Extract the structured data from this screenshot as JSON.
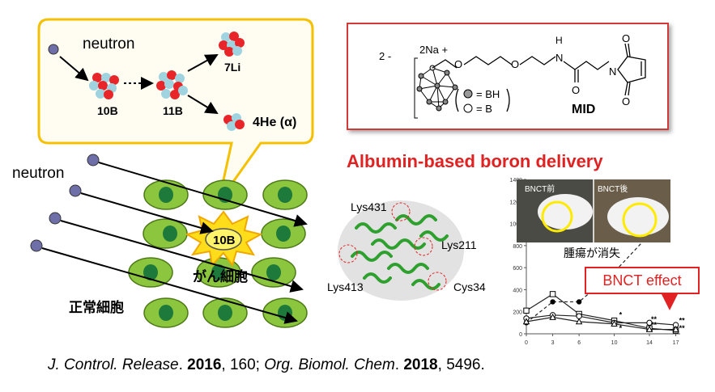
{
  "callout": {
    "neutron": "neutron",
    "b10": "10B",
    "b11": "11B",
    "li7": "7Li",
    "he4": "4He (α)"
  },
  "cells": {
    "neutron_label": "neutron",
    "b10_label": "10B",
    "cancer_label": "がん細胞",
    "normal_label": "正常細胞"
  },
  "molecule": {
    "charge": "2 -",
    "counterion": "2Na +",
    "legend_bh": "= BH",
    "legend_b": "= B",
    "atom_n": "N",
    "atom_h": "H",
    "atom_o": "O",
    "name": "MID"
  },
  "headline": "Albumin-based boron delivery",
  "protein": {
    "labels": [
      "Lys431",
      "Lys211",
      "Lys413",
      "Cys34"
    ]
  },
  "photo": {
    "before": "BNCT前",
    "after": "BNCT後",
    "caption": "腫瘍が消失"
  },
  "effect_label": "BNCT effect",
  "citation": {
    "j1": "J. Control. Release",
    "y1": "2016",
    "p1": ", 160; ",
    "j2": "Org. Biomol. Chem",
    "y2": "2018",
    "p2": ", 5496."
  },
  "colors": {
    "accent_red": "#e02222",
    "callout_border": "#f5c000",
    "cell_green": "#8cc63f",
    "nucleus_green": "#1e7a3a",
    "neutron_purple": "#6e6ea8"
  },
  "chart_data": {
    "type": "line",
    "x": [
      0,
      3,
      6,
      10,
      14,
      17
    ],
    "y_ticks": [
      0,
      200,
      400,
      600,
      800,
      1000,
      1200,
      1400
    ],
    "x_ticks": [
      0,
      3,
      6,
      10,
      14,
      17
    ],
    "ylim": [
      0,
      1400
    ],
    "series": [
      {
        "marker": "filled-circle",
        "values": [
          100,
          290,
          290,
          560,
          900,
          null
        ]
      },
      {
        "marker": "open-square",
        "values": [
          210,
          360,
          180,
          120,
          50,
          30
        ]
      },
      {
        "marker": "open-circle",
        "values": [
          140,
          170,
          160,
          100,
          100,
          80
        ]
      },
      {
        "marker": "open-triangle",
        "values": [
          110,
          150,
          110,
          90,
          40,
          40
        ]
      }
    ],
    "significance": [
      "*",
      "*",
      "**",
      "**",
      "**",
      "**"
    ]
  }
}
